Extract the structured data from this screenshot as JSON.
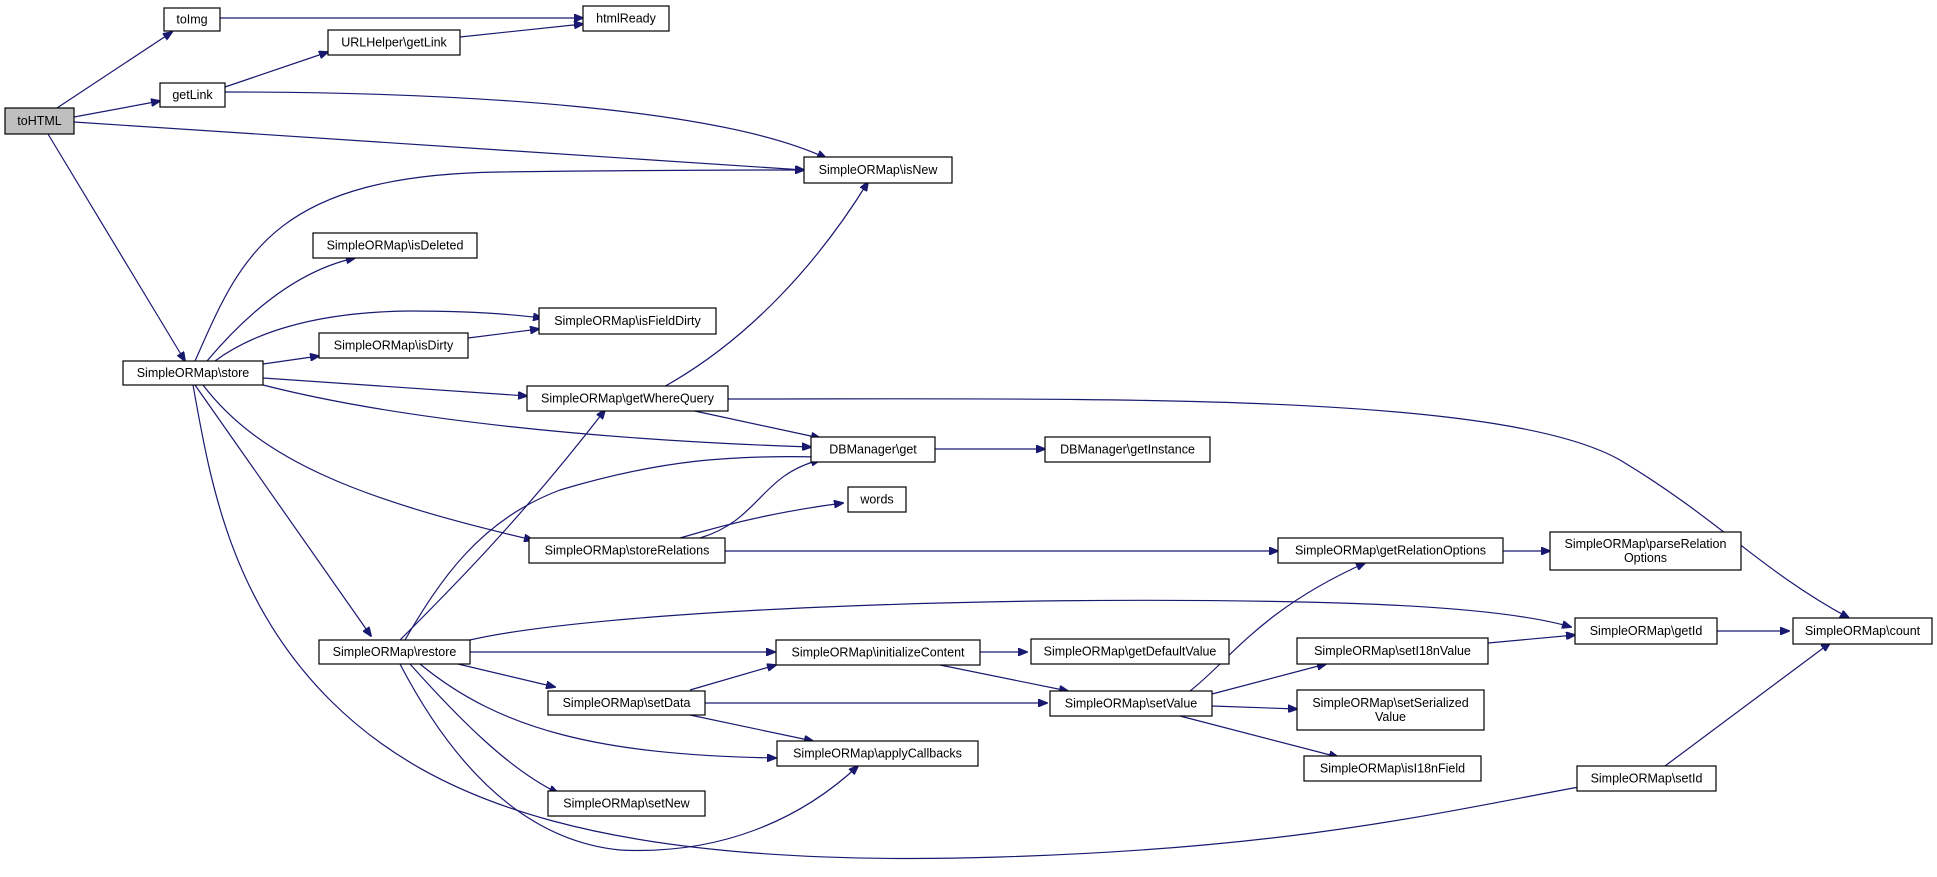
{
  "colors": {
    "edge": "#191970",
    "root_fill": "#bfbfbf",
    "node_fill": "#ffffff",
    "node_border": "#000000"
  },
  "nodes": {
    "toHTML": "toHTML",
    "toImg": "toImg",
    "htmlReady": "htmlReady",
    "getLink": "getLink",
    "urlhelperGetLink": "URLHelper\\getLink",
    "isNew": "SimpleORMap\\isNew",
    "store": "SimpleORMap\\store",
    "isDeleted": "SimpleORMap\\isDeleted",
    "isFieldDirty": "SimpleORMap\\isFieldDirty",
    "isDirty": "SimpleORMap\\isDirty",
    "getWhereQuery": "SimpleORMap\\getWhereQuery",
    "dbGet": "DBManager\\get",
    "dbGetInstance": "DBManager\\getInstance",
    "words": "words",
    "storeRelations": "SimpleORMap\\storeRelations",
    "getRelationOptions": "SimpleORMap\\getRelationOptions",
    "parseRelationOptions": [
      "SimpleORMap\\parseRelation",
      "Options"
    ],
    "restore": "SimpleORMap\\restore",
    "initializeContent": "SimpleORMap\\initializeContent",
    "getDefaultValue": "SimpleORMap\\getDefaultValue",
    "getId": "SimpleORMap\\getId",
    "count": "SimpleORMap\\count",
    "setI18nValue": "SimpleORMap\\setI18nValue",
    "setData": "SimpleORMap\\setData",
    "setValue": "SimpleORMap\\setValue",
    "setSerializedValue": [
      "SimpleORMap\\setSerialized",
      "Value"
    ],
    "applyCallbacks": "SimpleORMap\\applyCallbacks",
    "isI18nField": "SimpleORMap\\isI18nField",
    "setId": "SimpleORMap\\setId",
    "setNew": "SimpleORMap\\setNew"
  }
}
